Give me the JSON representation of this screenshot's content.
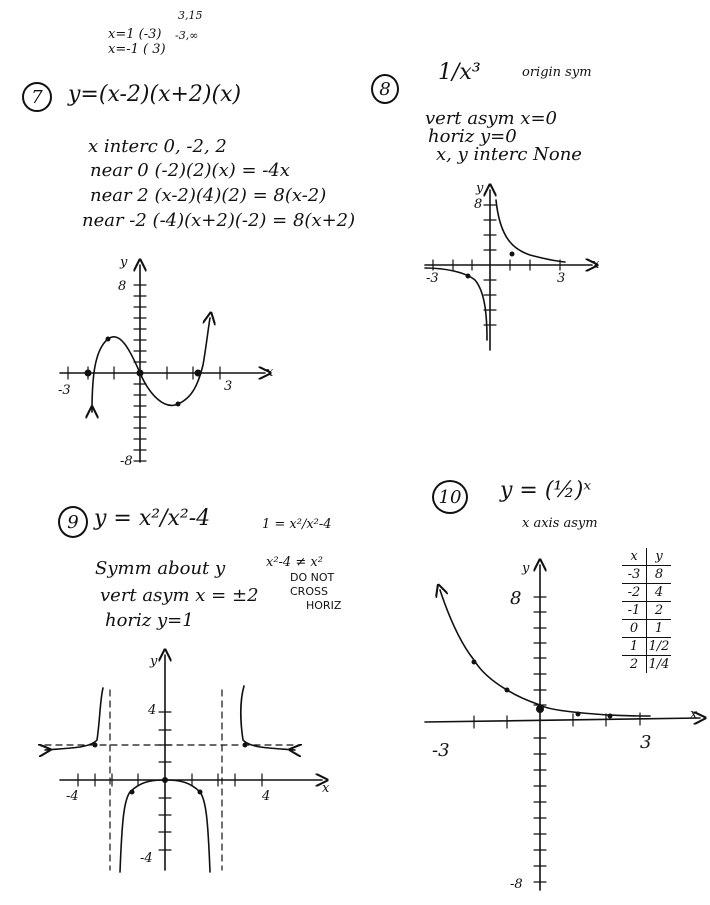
{
  "top_notes": {
    "line1": "x=1  (-3)",
    "line2": "x=-1 ( 3)",
    "pt1": "3,15",
    "pt2": "-3,∞"
  },
  "p7": {
    "number": "7",
    "equation": "y=(x-2)(x+2)(x)",
    "lines": [
      "x interc 0, -2, 2",
      "near 0  (-2)(2)(x) = -4x",
      "near 2  (x-2)(4)(2) = 8(x-2)",
      "near -2  (-4)(x+2)(-2) = 8(x+2)"
    ],
    "graph": {
      "ylabel": "y",
      "xlabel": "x",
      "ymax": "8",
      "ymin": "-8",
      "xmin": "-3",
      "xmax": "3"
    }
  },
  "p8": {
    "number": "8",
    "equation": "1/x³",
    "note": "origin sym",
    "lines": [
      "vert asym x=0",
      "horiz y=0",
      "x, y interc None"
    ],
    "graph": {
      "ylabel": "y",
      "xlabel": "x",
      "ymax": "8",
      "xmin": "-3",
      "xmax": "3"
    }
  },
  "p9": {
    "number": "9",
    "equation": "y = x²/x²-4",
    "lines": [
      "Symm about y",
      "vert asym x = ±2",
      "horiz y=1"
    ],
    "side_notes": [
      "1 = x²/x²-4",
      "x²-4 ≠ x²",
      "DO NOT",
      "CROSS",
      "HORIZ"
    ],
    "graph": {
      "ylabel": "y",
      "xlabel": "x",
      "ymax": "4",
      "ymin": "-4",
      "xmin": "-4",
      "xmax": "4"
    }
  },
  "p10": {
    "number": "10",
    "equation": "y = (½)ˣ",
    "note": "x axis asym",
    "table": {
      "headers": [
        "x",
        "y"
      ],
      "rows": [
        [
          "-3",
          "8"
        ],
        [
          "-2",
          "4"
        ],
        [
          "-1",
          "2"
        ],
        [
          "0",
          "1"
        ],
        [
          "1",
          "1/2"
        ],
        [
          "2",
          "1/4"
        ]
      ]
    },
    "graph": {
      "ylabel": "y",
      "xlabel": "x",
      "ymax": "8",
      "ymin": "-8",
      "xmin": "-3",
      "xmax": "3"
    }
  }
}
